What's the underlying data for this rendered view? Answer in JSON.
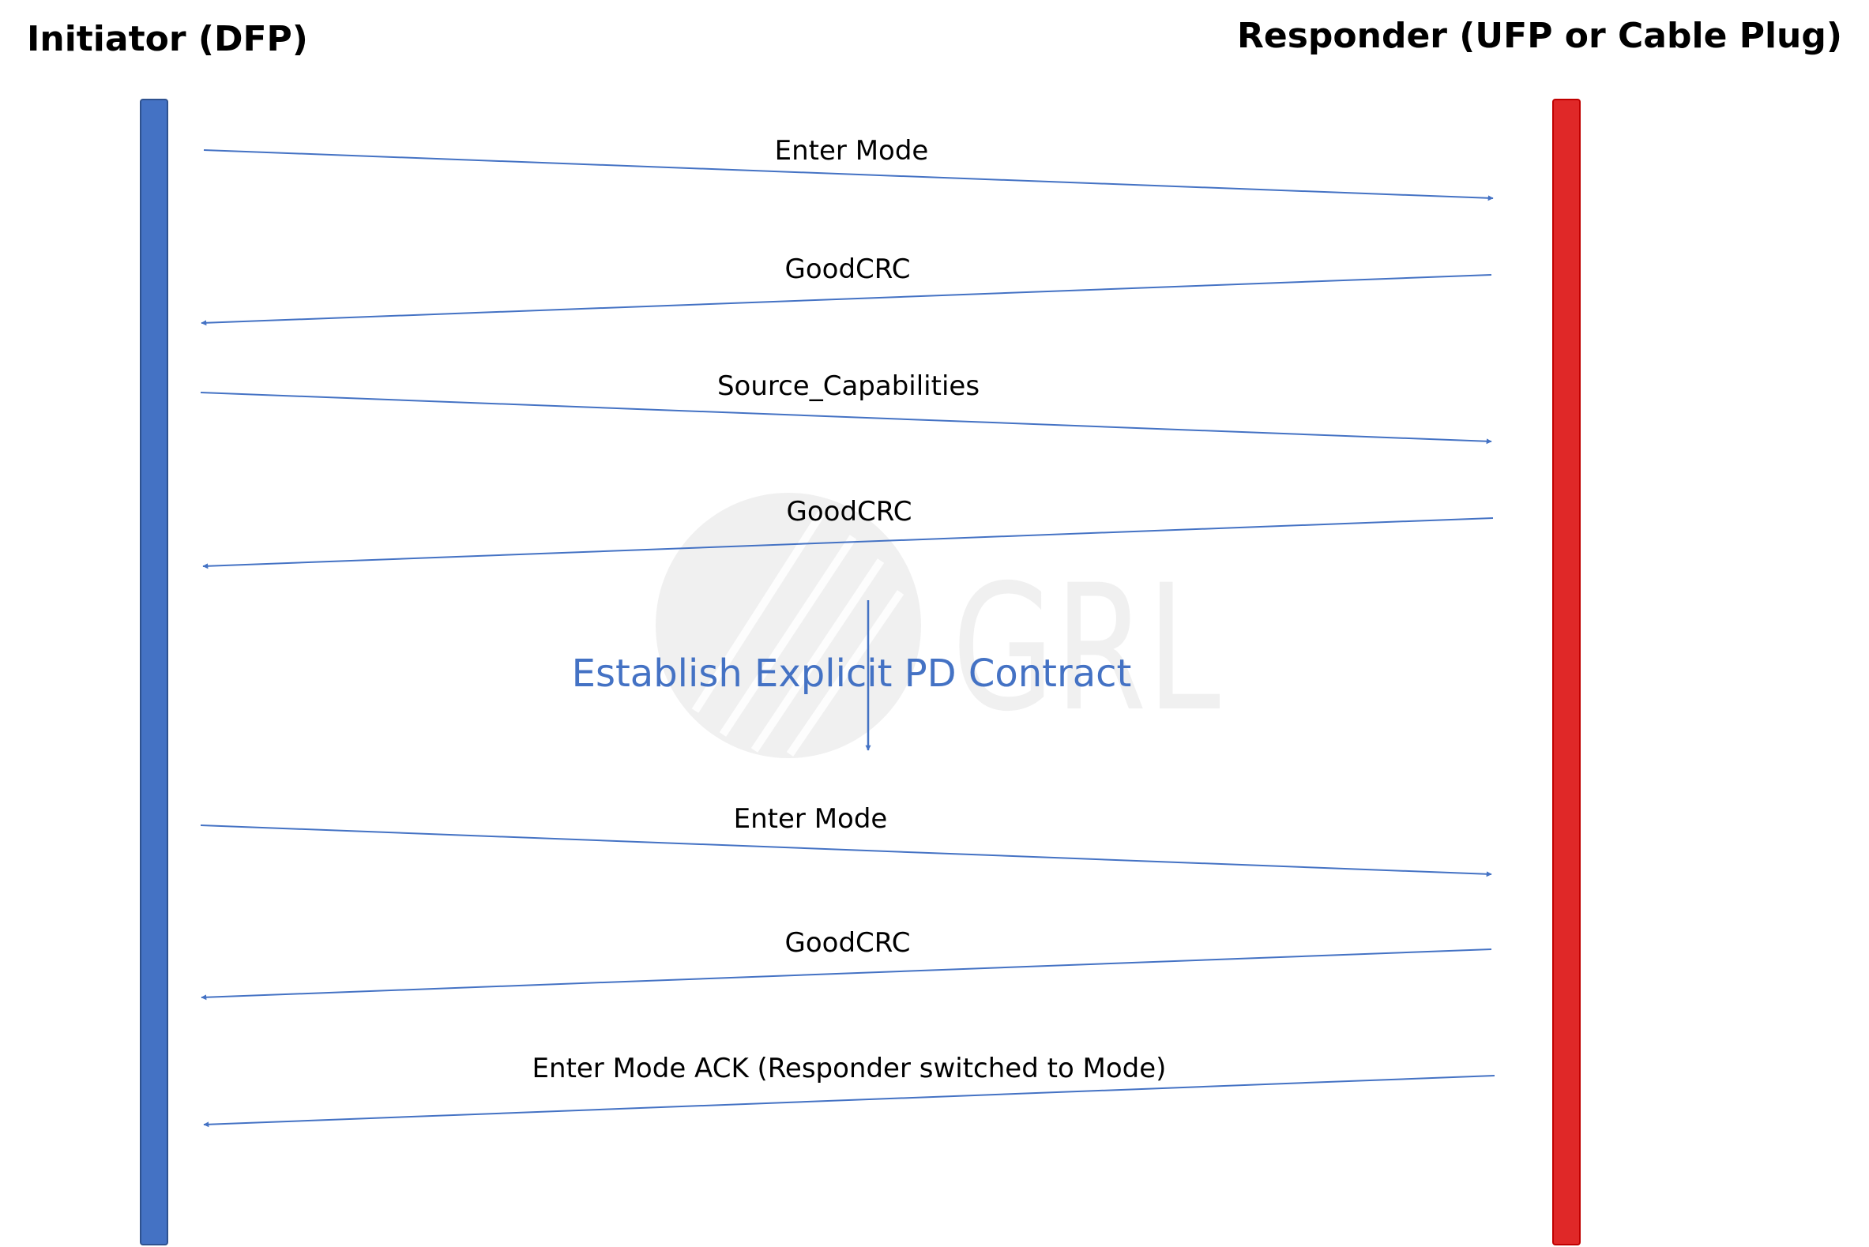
{
  "initiator": {
    "title": "Initiator (DFP)",
    "color": "#4472C4",
    "border": "#2F528F"
  },
  "responder": {
    "title": "Responder (UFP or  Cable Plug)",
    "color": "#E02828",
    "border": "#C00000"
  },
  "arrow_color": "#4472C4",
  "watermark": {
    "text": "GRL",
    "color": "#E4E4E4"
  },
  "messages": [
    {
      "label": "Enter Mode",
      "direction": "to-responder"
    },
    {
      "label": "GoodCRC",
      "direction": "to-initiator"
    },
    {
      "label": "Source_Capabilities",
      "direction": "to-responder"
    },
    {
      "label": "GoodCRC",
      "direction": "to-initiator"
    },
    {
      "label": "Enter Mode",
      "direction": "to-responder"
    },
    {
      "label": "GoodCRC",
      "direction": "to-initiator"
    },
    {
      "label": "Enter Mode ACK (Responder switched to Mode)",
      "direction": "to-initiator"
    }
  ],
  "phase": {
    "label": "Establish Explicit PD Contract",
    "color": "#4472C4"
  }
}
